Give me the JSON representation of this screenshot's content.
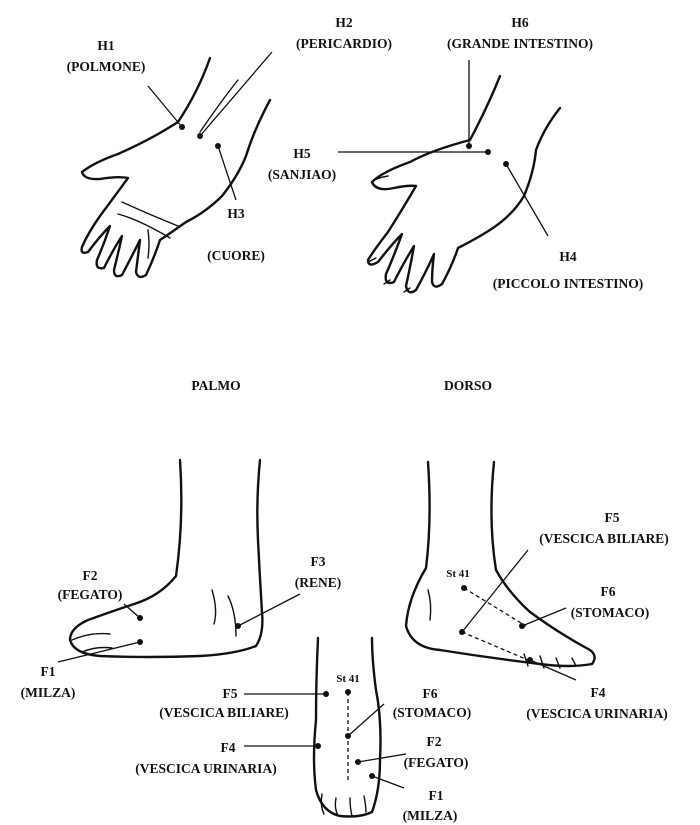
{
  "hand_points": {
    "h1": {
      "code": "H1",
      "name": "(POLMONE)"
    },
    "h2": {
      "code": "H2",
      "name": "(PERICARDIO)"
    },
    "h3": {
      "code": "H3",
      "name": "(CUORE)"
    },
    "h4": {
      "code": "H4",
      "name": "(PICCOLO INTESTINO)"
    },
    "h5": {
      "code": "H5",
      "name": "(SANJIAO)"
    },
    "h6": {
      "code": "H6",
      "name": "(GRANDE INTESTINO)"
    }
  },
  "view_labels": {
    "palm": "PALMO",
    "dorsum": "DORSO"
  },
  "foot_points": {
    "f1": {
      "code": "F1",
      "name": "(MILZA)"
    },
    "f2": {
      "code": "F2",
      "name": "(FEGATO)"
    },
    "f3": {
      "code": "F3",
      "name": "(RENE)"
    },
    "f4": {
      "code": "F4",
      "name": "(VESCICA URINARIA)"
    },
    "f5": {
      "code": "F5",
      "name": "(VESCICA BILIARE)"
    },
    "f6": {
      "code": "F6",
      "name": "(STOMACO)"
    },
    "st41": "St 41"
  }
}
